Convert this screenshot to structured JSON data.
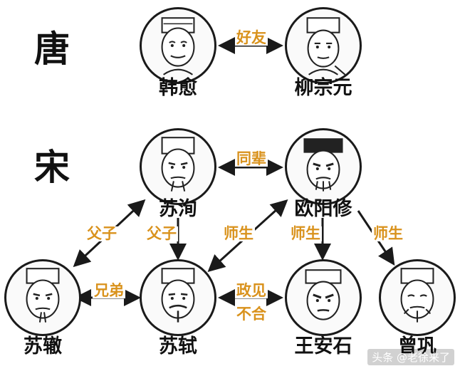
{
  "dynasties": {
    "tang": "唐",
    "song": "宋"
  },
  "people": {
    "han_yu": "韩愈",
    "liu_zongyuan": "柳宗元",
    "su_xun": "苏洵",
    "ouyang_xiu": "欧阳修",
    "su_zhe": "苏辙",
    "su_shi": "苏轼",
    "wang_anshi": "王安石",
    "zeng_gong": "曾巩"
  },
  "relations": {
    "friend": "好友",
    "peer": "同辈",
    "father_son_left": "父子",
    "father_son_right": "父子",
    "teacher_student_1": "师生",
    "teacher_student_2": "师生",
    "teacher_student_3": "师生",
    "brothers": "兄弟",
    "politics_line1": "政见",
    "politics_line2": "不合"
  },
  "watermark": "头条 @老徐来了"
}
